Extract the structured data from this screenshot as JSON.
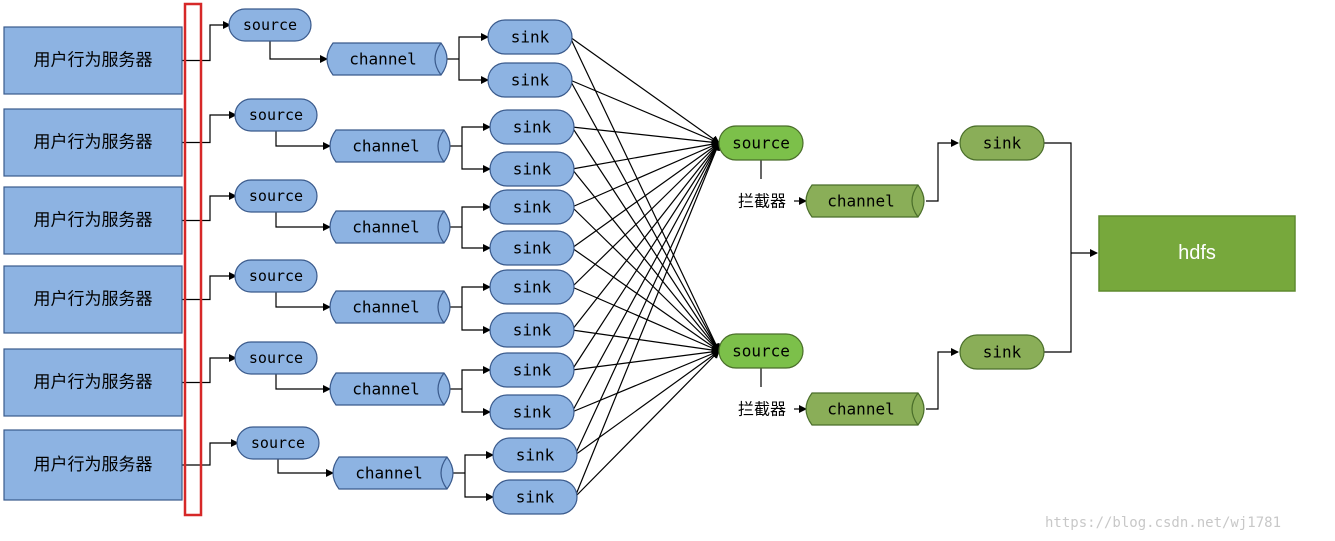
{
  "server_label": "用户行为服务器",
  "agent": {
    "source": "source",
    "channel": "channel",
    "sink": "sink"
  },
  "collector": {
    "source": "source",
    "interceptor": "拦截器",
    "channel": "channel",
    "sink": "sink"
  },
  "sink_label": "hdfs",
  "watermark": "https://blog.csdn.net/wj1781",
  "colors": {
    "agent_fill": "#8db3e2",
    "agent_stroke": "#3a5a8c",
    "collector_fill": "#7cc04a",
    "collector_fill_dark": "#8aae58",
    "collector_stroke": "#4a6e2a",
    "hdfs_fill": "#77a83c",
    "bracket": "#d62828"
  }
}
